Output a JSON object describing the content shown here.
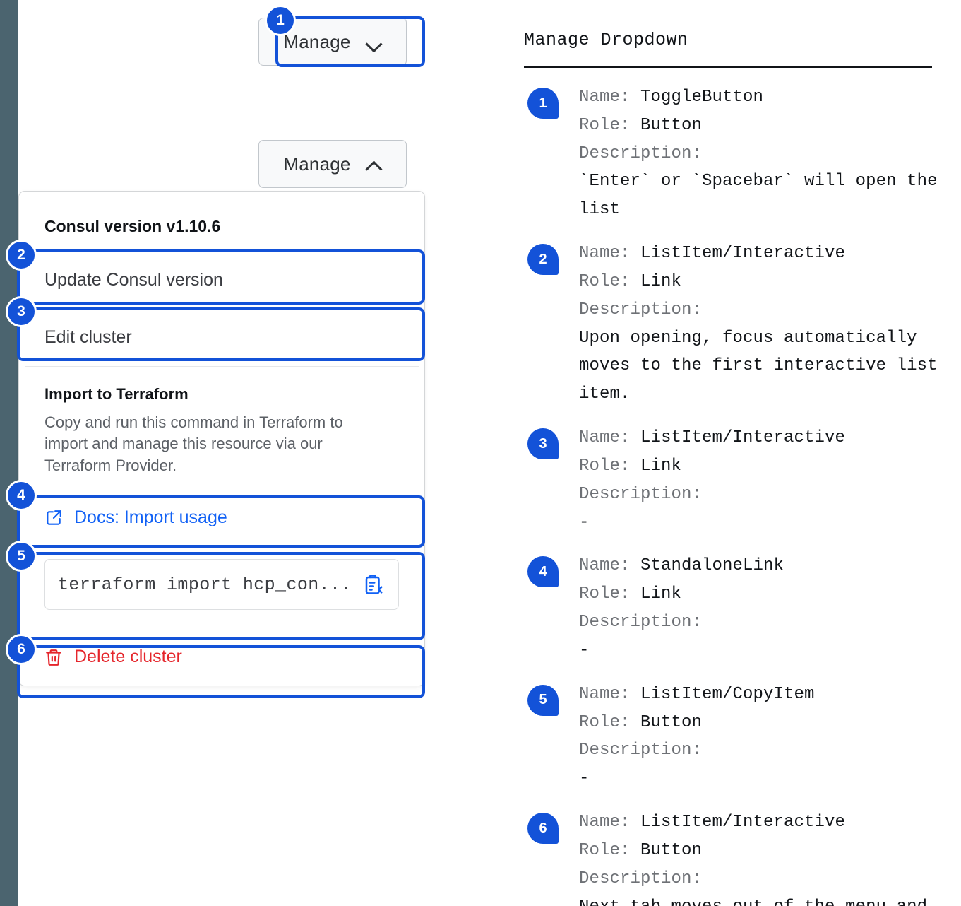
{
  "theme": {
    "accent_blue": "#1352d8",
    "link_blue": "#1161f5",
    "danger_red": "#e5262c",
    "rail_slate": "#4b646f",
    "panel_border": "#d4d6d8",
    "muted_text": "#5c6066"
  },
  "demo": {
    "toggle_collapsed": {
      "label": "Manage",
      "icon": "chevron-down-icon"
    },
    "toggle_expanded": {
      "label": "Manage",
      "icon": "chevron-up-icon"
    },
    "dropdown": {
      "header": "Consul version v1.10.6",
      "items": [
        {
          "label": "Update Consul version",
          "kind": "link"
        },
        {
          "label": "Edit cluster",
          "kind": "link"
        }
      ],
      "terraform": {
        "title": "Import to Terraform",
        "description": "Copy and run this command in Terraform to import and manage this resource via our Terraform Provider.",
        "docs_link": {
          "label": "Docs: Import usage",
          "icon": "external-link-icon"
        },
        "command": "terraform import hcp_con...",
        "copy_icon": "clipboard-copy-icon"
      },
      "delete": {
        "label": "Delete cluster",
        "icon": "trash-icon"
      }
    },
    "badges": [
      "1",
      "2",
      "3",
      "4",
      "5",
      "6"
    ]
  },
  "docs": {
    "title": "Manage Dropdown",
    "labels": {
      "name": "Name:",
      "role": "Role:",
      "description": "Description:"
    },
    "entries": [
      {
        "badge": "1",
        "name": "ToggleButton",
        "role": "Button",
        "description": "`Enter` or `Spacebar` will open the list"
      },
      {
        "badge": "2",
        "name": "ListItem/Interactive",
        "role": "Link",
        "description": "Upon opening, focus automatically moves to the first interactive list item."
      },
      {
        "badge": "3",
        "name": "ListItem/Interactive",
        "role": "Link",
        "description": "-"
      },
      {
        "badge": "4",
        "name": "StandaloneLink",
        "role": "Link",
        "description": "-"
      },
      {
        "badge": "5",
        "name": "ListItem/CopyItem",
        "role": "Button",
        "description": "-"
      },
      {
        "badge": "6",
        "name": "ListItem/Interactive",
        "role": "Button",
        "description": "Next tab moves out of the menu and to the next focusable element"
      }
    ]
  }
}
